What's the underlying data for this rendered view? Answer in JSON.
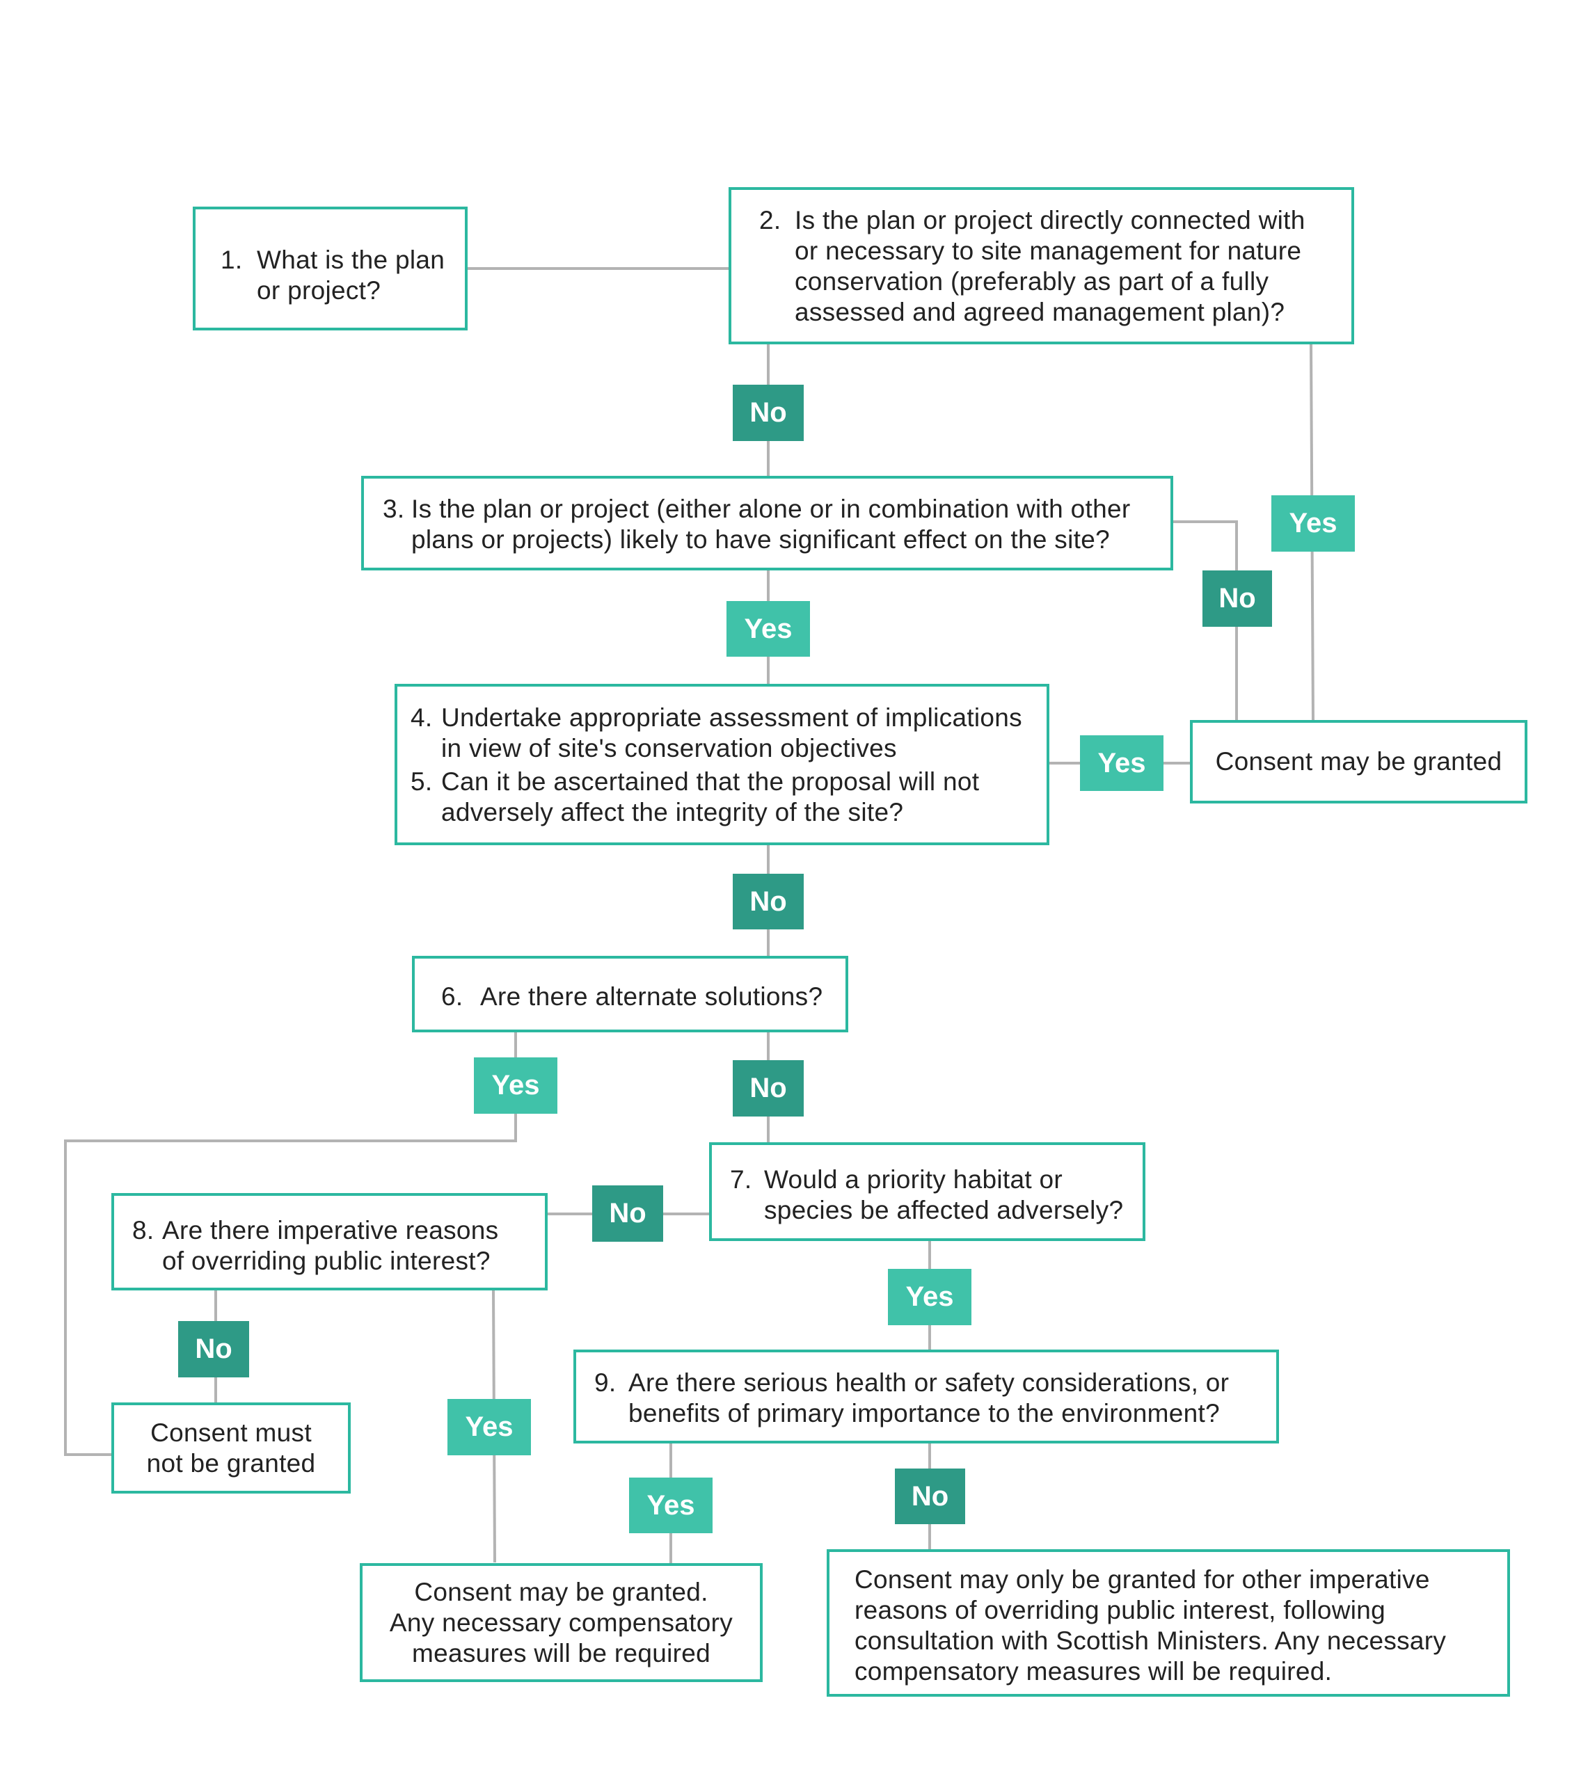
{
  "colors": {
    "box_border": "#2cb8a0",
    "no_badge": "#2e9a86",
    "yes_badge": "#40c2a9",
    "connector": "#b3b3b3",
    "text": "#222222"
  },
  "nodes": {
    "q1": {
      "num": "1.",
      "text": "What is the plan or project?"
    },
    "q2": {
      "num": "2.",
      "text": "Is the plan or project directly connected with or necessary to site management for nature conservation (preferably as part of a fully assessed and agreed management plan)?"
    },
    "q3": {
      "num": "3.",
      "text": "Is the plan or project (either alone or in combination with other plans or projects) likely to have significant effect on the site?"
    },
    "q4": {
      "num": "4.",
      "text": "Undertake appropriate assessment of implications in view of site's conservation objectives"
    },
    "q5": {
      "num": "5.",
      "text": "Can it be ascertained that the proposal will not adversely affect the integrity of the site?"
    },
    "q6": {
      "num": "6.",
      "text": "Are there alternate solutions?"
    },
    "q7": {
      "num": "7.",
      "text": "Would a priority habitat or species be affected adversely?"
    },
    "q8": {
      "num": "8.",
      "text": "Are there imperative reasons of overriding public interest?"
    },
    "q9": {
      "num": "9.",
      "text": "Are there serious health or safety considerations, or benefits of primary importance to the environment?"
    },
    "consent_granted": "Consent may be granted",
    "consent_not_granted": {
      "line1": "Consent must",
      "line2": "not be granted"
    },
    "consent_compensatory": {
      "line1": "Consent may be granted.",
      "line2": "Any necessary compensatory",
      "line3": "measures will be required"
    },
    "consent_ministers": "Consent may only be granted for other imperative reasons of overriding public interest, following consultation with Scottish Ministers. Any necessary compensatory measures will be required."
  },
  "labels": {
    "yes": "Yes",
    "no": "No"
  }
}
